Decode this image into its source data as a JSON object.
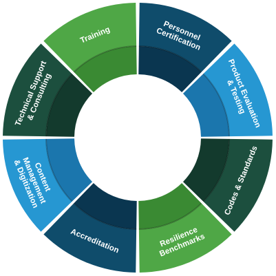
{
  "diagram": {
    "segments": [
      {
        "id": "personnel-certification",
        "lines": [
          "Personnel",
          "Certification"
        ],
        "outer_color": "#0f4c6b",
        "inner_color": "#0a3650"
      },
      {
        "id": "product-evaluation-testing",
        "lines": [
          "Product Evaluation",
          "& Testing"
        ],
        "outer_color": "#2697d2",
        "inner_color": "#1b76ad"
      },
      {
        "id": "codes-standards",
        "lines": [
          "Codes & Standards"
        ],
        "outer_color": "#1c4f3e",
        "inner_color": "#133a2d"
      },
      {
        "id": "resilience-benchmarks",
        "lines": [
          "Resilience",
          "Benchmarks"
        ],
        "outer_color": "#4fa746",
        "inner_color": "#3a8a33"
      },
      {
        "id": "accreditation",
        "lines": [
          "Accreditation"
        ],
        "outer_color": "#0f4c6b",
        "inner_color": "#0a3650"
      },
      {
        "id": "content-management-digitization",
        "lines": [
          "Content",
          "Management",
          "& Digitization"
        ],
        "outer_color": "#2697d2",
        "inner_color": "#1b76ad"
      },
      {
        "id": "technical-support-consulting",
        "lines": [
          "Technical Support",
          "& Consulting"
        ],
        "outer_color": "#1c4f3e",
        "inner_color": "#133a2d"
      },
      {
        "id": "training",
        "lines": [
          "Training"
        ],
        "outer_color": "#4fa746",
        "inner_color": "#3a8a33"
      }
    ]
  }
}
